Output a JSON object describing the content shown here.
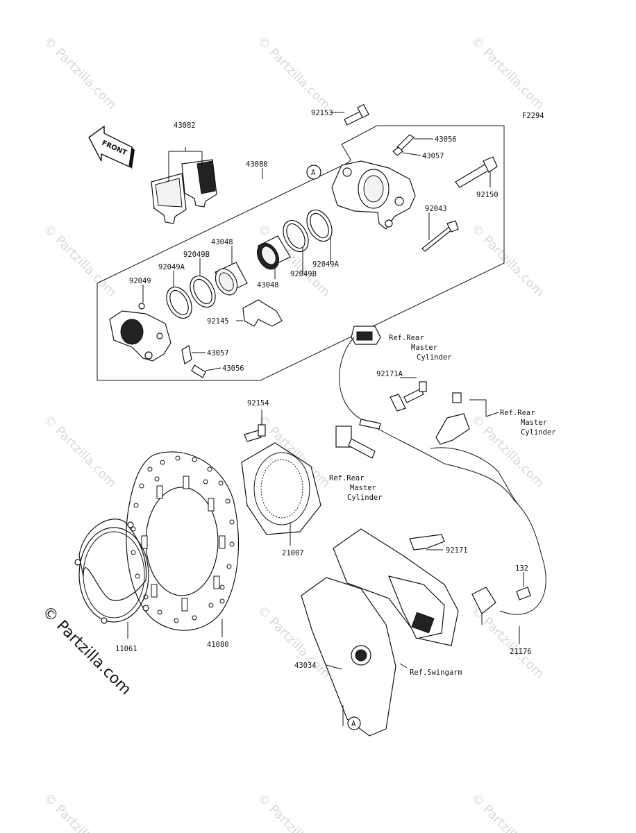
{
  "figure_code": "F2294",
  "front_label": "FRONT",
  "watermark": "© Partzilla.com",
  "copyright": "© Partzilla.com",
  "refs": {
    "rear_master_cyl_1": [
      "Ref.Rear",
      "Master",
      "Cylinder"
    ],
    "rear_master_cyl_2": [
      "Ref.Rear",
      "Master",
      "Cylinder"
    ],
    "rear_master_cyl_3": [
      "Ref.Rear",
      "Master",
      "Cylinder"
    ],
    "swingarm": "Ref.Swingarm"
  },
  "callouts": {
    "a_top": "A",
    "a_bottom": "A"
  },
  "parts": {
    "p92153": "92153",
    "p43082": "43082",
    "p43080": "43080",
    "p43056_top": "43056",
    "p43057_top": "43057",
    "p92150": "92150",
    "p92043": "92043",
    "p43048_a": "43048",
    "p92049B_a": "92049B",
    "p92049A_a": "92049A",
    "p92049": "92049",
    "p43048_b": "43048",
    "p92049B_b": "92049B",
    "p92049A_b": "92049A",
    "p92145": "92145",
    "p43057_bot": "43057",
    "p43056_bot": "43056",
    "p92171A": "92171A",
    "p92154": "92154",
    "p21007": "21007",
    "p92171": "92171",
    "p132": "132",
    "p11061": "11061",
    "p41080": "41080",
    "p21176": "21176",
    "p43034": "43034"
  }
}
